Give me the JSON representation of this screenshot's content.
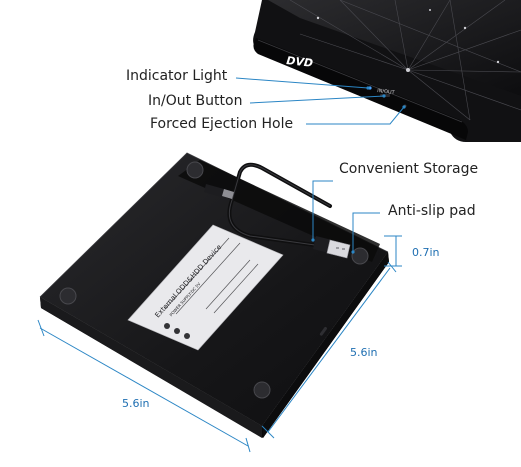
{
  "brand": "DVD",
  "panel_text": "IN/OUT",
  "callouts": {
    "indicator": "Indicator Light",
    "inout": "In/Out Button",
    "forced": "Forced Ejection Hole",
    "storage": "Convenient Storage",
    "antislip": "Anti-slip pad"
  },
  "dimensions": {
    "height": "0.7in",
    "depth": "5.6in",
    "width": "5.6in"
  },
  "device_label": {
    "title": "External ODD&HDD Device",
    "power": "POWER SUPPLY:DC 5V"
  },
  "colors": {
    "device": "#1b1b1d",
    "accent": "#2b86c5"
  }
}
